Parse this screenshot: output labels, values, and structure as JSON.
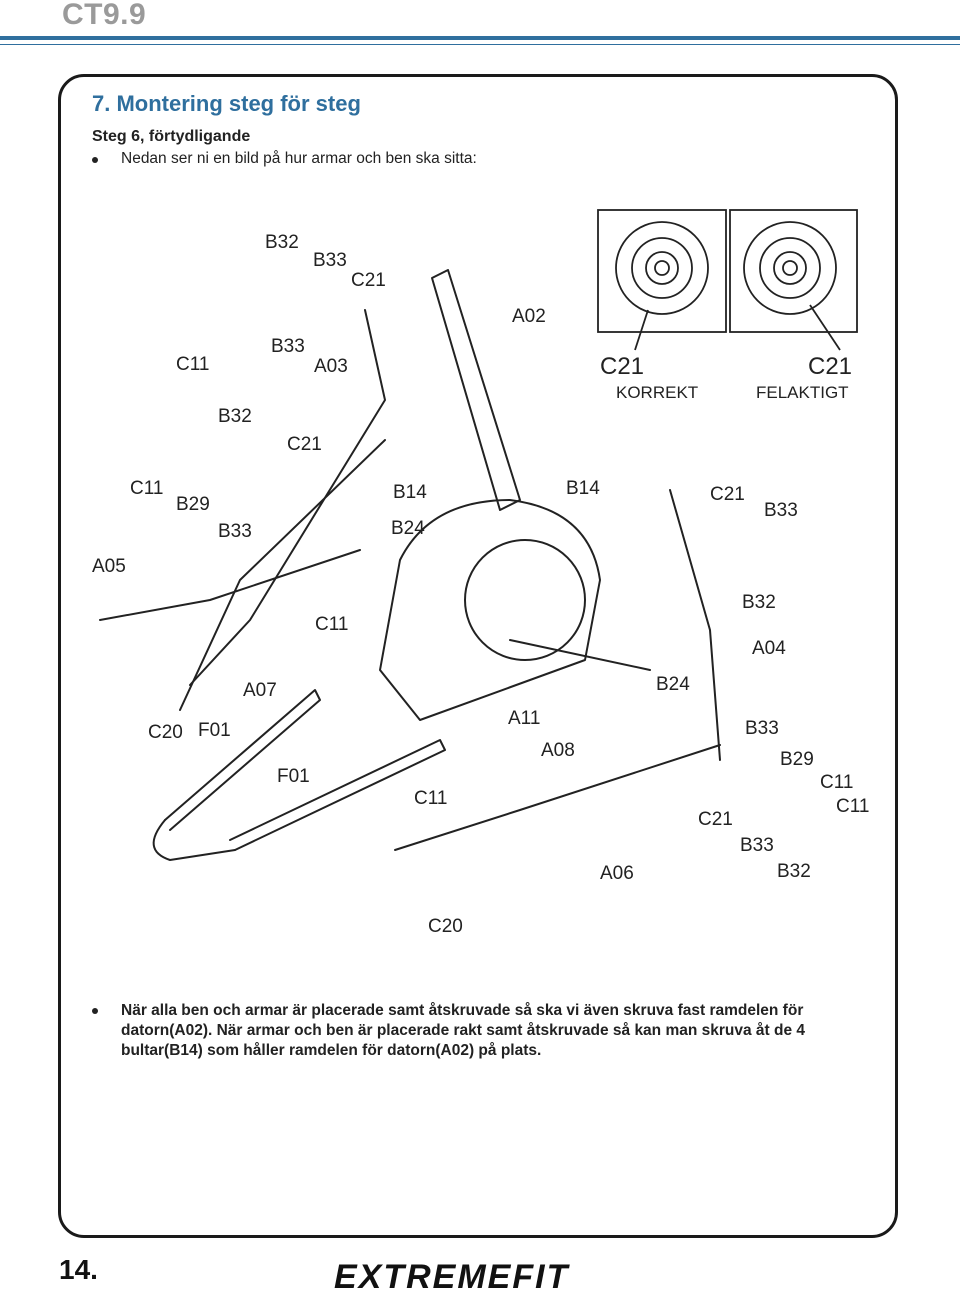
{
  "header": {
    "model": "CT9.9"
  },
  "section": {
    "title": "7. Montering steg för steg",
    "step_heading": "Steg 6, förtydligande",
    "intro": "Nedan ser ni en bild på hur armar och ben ska sitta:"
  },
  "diagram": {
    "part_labels": [
      "B32",
      "B33",
      "C21",
      "A02",
      "C11",
      "B33",
      "A03",
      "B32",
      "C21",
      "C11",
      "B29",
      "B33",
      "B14",
      "B24",
      "B14",
      "C21",
      "B33",
      "A05",
      "B32",
      "A04",
      "C11",
      "A07",
      "B24",
      "C20",
      "F01",
      "A11",
      "F01",
      "A08",
      "B33",
      "B29",
      "C11",
      "C11",
      "C11",
      "C21",
      "B33",
      "A06",
      "B32",
      "C20"
    ],
    "detail": {
      "left_part": "C21",
      "left_status": "KORREKT",
      "right_part": "C21",
      "right_status": "FELAKTIGT"
    }
  },
  "instructions": "När alla ben och armar är placerade samt åtskruvade så ska vi även skruva fast ramdelen för datorn(A02). När armar och ben är placerade rakt samt åtskruvade så kan man skruva åt de 4 bultar(B14) som håller ramdelen för datorn(A02) på plats.",
  "footer": {
    "page_number": "14.",
    "brand": "EXTREMEFIT"
  }
}
